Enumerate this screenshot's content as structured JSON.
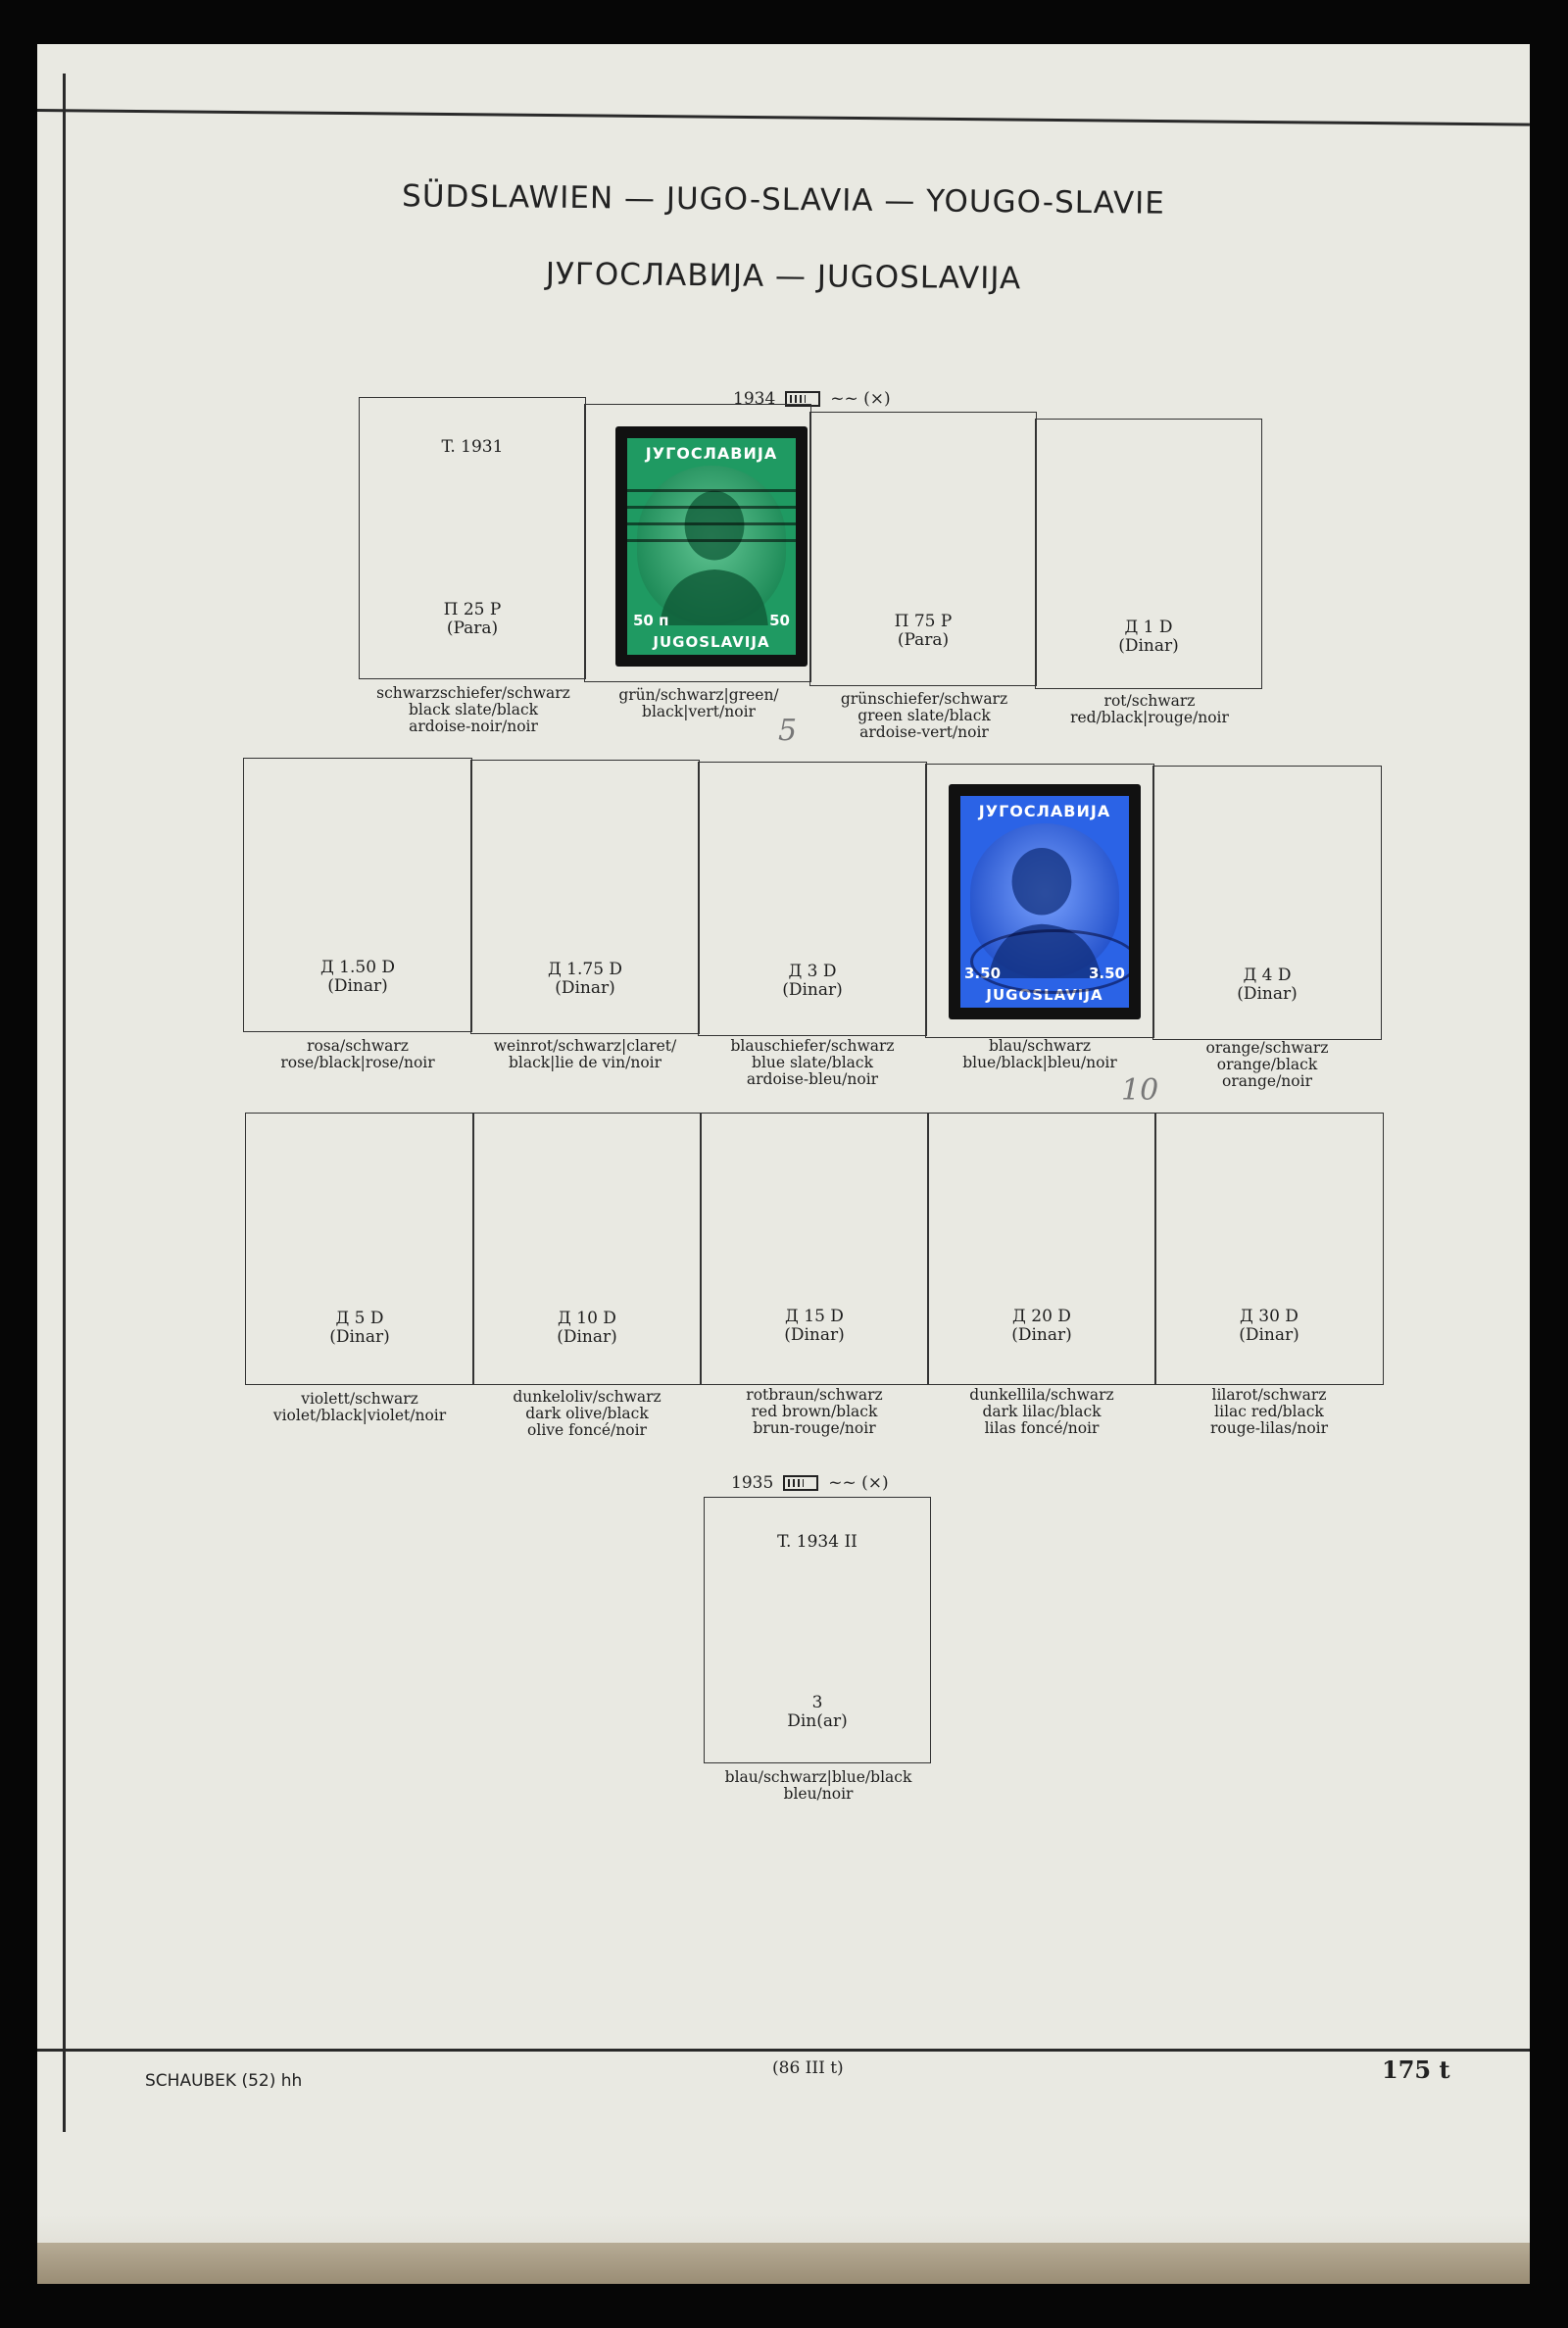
{
  "header": {
    "line1": "SÜDSLAWIEN — JUGO-SLAVIA — YOUGO-SLAVIE",
    "line2": "ЈУГОСЛАВИЈА — JUGOSLAVIJA"
  },
  "issue1934": {
    "year": "1934",
    "perf": "~~ (×)",
    "type_note": "T. 1931"
  },
  "slots": [
    {
      "label": "П 25 Р",
      "unit": "(Para)",
      "cap": [
        "schwarzschiefer/schwarz",
        "black slate/black",
        "ardoise-noir/noir"
      ]
    },
    {
      "label": "",
      "unit": "",
      "cap": [
        "grün/schwarz|green/",
        "black|vert/noir"
      ]
    },
    {
      "label": "П 75 Р",
      "unit": "(Para)",
      "cap": [
        "grünschiefer/schwarz",
        "green slate/black",
        "ardoise-vert/noir"
      ]
    },
    {
      "label": "Д 1 D",
      "unit": "(Dinar)",
      "cap": [
        "rot/schwarz",
        "red/black|rouge/noir"
      ]
    },
    {
      "label": "Д 1.50 D",
      "unit": "(Dinar)",
      "cap": [
        "rosa/schwarz",
        "rose/black|rose/noir"
      ]
    },
    {
      "label": "Д 1.75 D",
      "unit": "(Dinar)",
      "cap": [
        "weinrot/schwarz|claret/",
        "black|lie de vin/noir"
      ]
    },
    {
      "label": "Д 3 D",
      "unit": "(Dinar)",
      "cap": [
        "blauschiefer/schwarz",
        "blue slate/black",
        "ardoise-bleu/noir"
      ]
    },
    {
      "label": "",
      "unit": "",
      "cap": [
        "blau/schwarz",
        "blue/black|bleu/noir"
      ]
    },
    {
      "label": "Д 4 D",
      "unit": "(Dinar)",
      "cap": [
        "orange/schwarz",
        "orange/black",
        "orange/noir"
      ]
    },
    {
      "label": "Д 5 D",
      "unit": "(Dinar)",
      "cap": [
        "violett/schwarz",
        "violet/black|violet/noir"
      ]
    },
    {
      "label": "Д 10 D",
      "unit": "(Dinar)",
      "cap": [
        "dunkeloliv/schwarz",
        "dark olive/black",
        "olive foncé/noir"
      ]
    },
    {
      "label": "Д 15 D",
      "unit": "(Dinar)",
      "cap": [
        "rotbraun/schwarz",
        "red brown/black",
        "brun-rouge/noir"
      ]
    },
    {
      "label": "Д 20 D",
      "unit": "(Dinar)",
      "cap": [
        "dunkellila/schwarz",
        "dark lilac/black",
        "lilas foncé/noir"
      ]
    },
    {
      "label": "Д 30 D",
      "unit": "(Dinar)",
      "cap": [
        "lilarot/schwarz",
        "lilac red/black",
        "rouge-lilas/noir"
      ]
    }
  ],
  "stamp_green": {
    "top": "ЈУГОСЛАВИЈА",
    "bottom": "JUGOSLAVIJA",
    "left_val": "50 п",
    "right_val": "50",
    "color": "#1f9a62"
  },
  "stamp_blue": {
    "top": "ЈУГОСЛАВИЈА",
    "bottom": "JUGOSLAVIJA",
    "left_val": "3.50",
    "right_val": "3.50",
    "color": "#2b63e6"
  },
  "pencil_marks": [
    "5",
    "10"
  ],
  "issue1935": {
    "year": "1935",
    "perf": "~~ (×)",
    "type_note": "T. 1934 II",
    "label": "3",
    "unit": "Din(ar)",
    "cap": [
      "blau/schwarz|blue/black",
      "bleu/noir"
    ]
  },
  "footer": {
    "left": "SCHAUBEK (52) hh",
    "center": "(86 III t)",
    "right": "175 t"
  }
}
